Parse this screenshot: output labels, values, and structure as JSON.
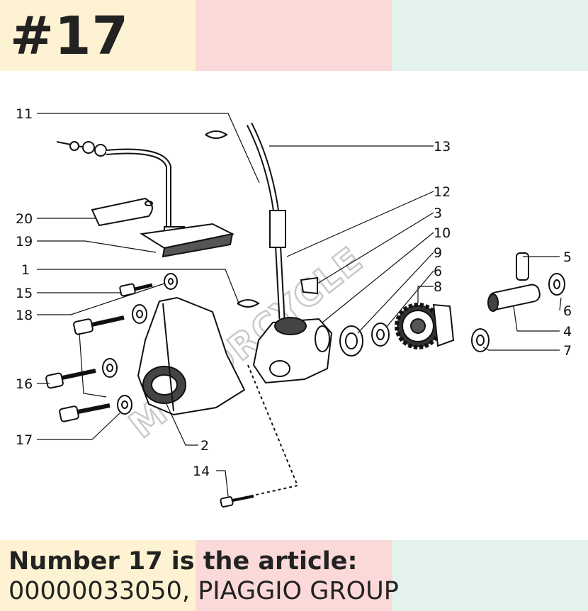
{
  "header": {
    "title": "#17"
  },
  "diagram": {
    "watermark": "MOTORCYCLE",
    "labels": [
      "11",
      "13",
      "12",
      "3",
      "10",
      "9",
      "6",
      "8",
      "5",
      "6",
      "4",
      "7",
      "20",
      "19",
      "1",
      "15",
      "18",
      "16",
      "17",
      "2",
      "14"
    ]
  },
  "footer": {
    "line1": "Number 17 is the article:",
    "line2": "00000033050, PIAGGIO GROUP"
  }
}
